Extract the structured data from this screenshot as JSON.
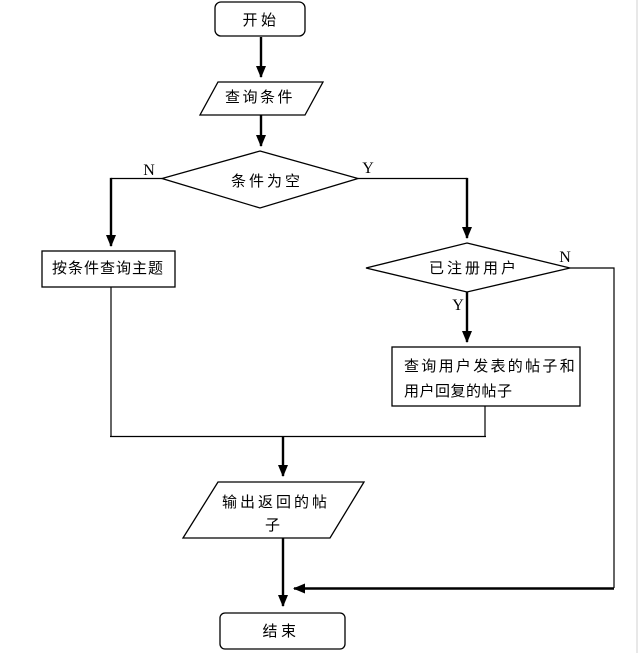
{
  "flowchart": {
    "nodes": {
      "start": "开始",
      "query_conditions": "查询条件",
      "condition_empty": "条件为空",
      "query_topics": "按条件查询主题",
      "registered_user": "已注册用户",
      "query_user_posts_line1": "查询用户发表的帖子和",
      "query_user_posts_line2": "用户回复的帖子",
      "output_posts_line1": "输出返回的帖",
      "output_posts_line2": "子",
      "end": "结束"
    },
    "branch_labels": {
      "condition_empty_no": "N",
      "condition_empty_yes": "Y",
      "registered_user_no": "N",
      "registered_user_yes": "Y"
    },
    "colors": {
      "line": "#000000",
      "shape_fill": "#ffffff",
      "background": "#ffffff"
    }
  }
}
